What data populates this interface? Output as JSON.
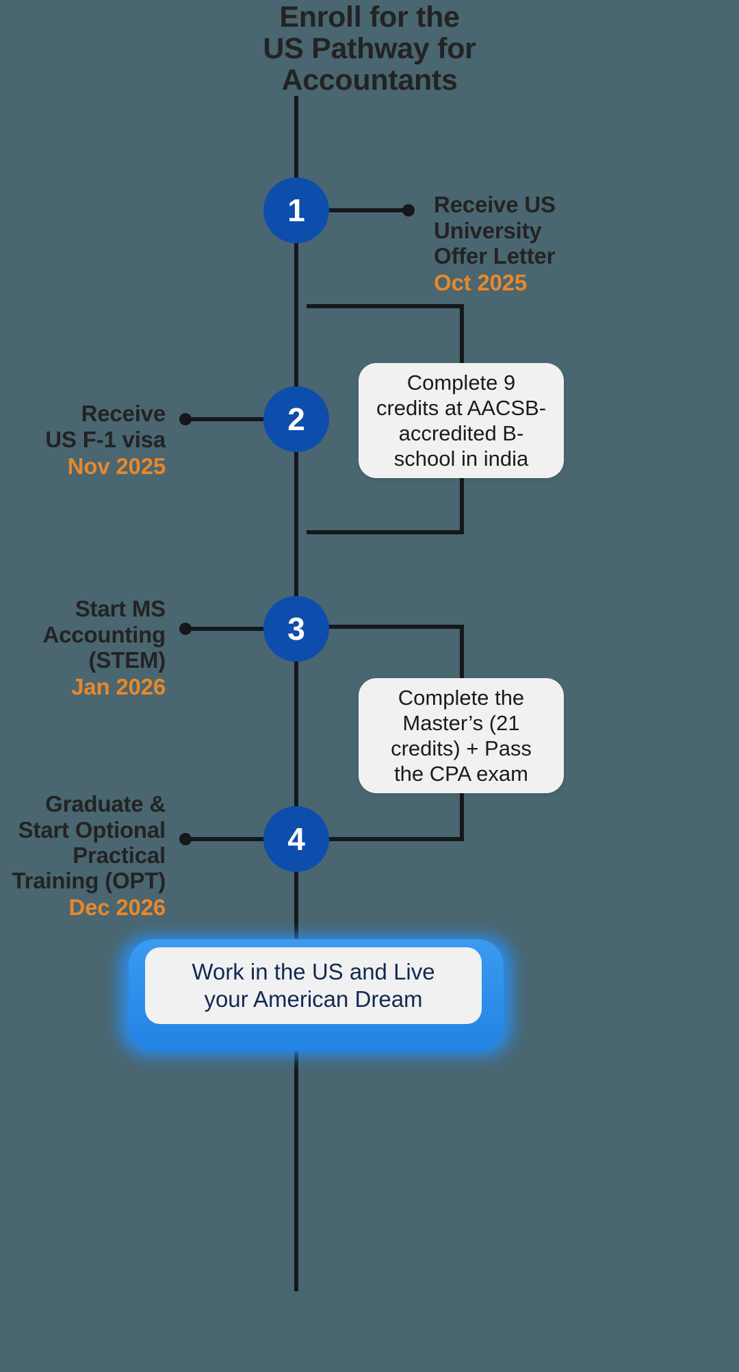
{
  "diagram": {
    "title": "Enroll for the\nUS Pathway for\nAccountants",
    "background_color": "#4a6670",
    "accent_color": "#0d4eac",
    "date_color": "#e8882a",
    "line_color": "#14181a"
  },
  "steps": [
    {
      "number": "1",
      "label": "Receive US\nUniversity\nOffer Letter",
      "date": "Oct 2025",
      "side": "right"
    },
    {
      "number": "2",
      "label": "Receive\nUS F-1 visa",
      "date": "Nov 2025",
      "side": "left"
    },
    {
      "number": "3",
      "label": "Start MS\nAccounting\n(STEM)",
      "date": "Jan 2026",
      "side": "left"
    },
    {
      "number": "4",
      "label": "Graduate &\nStart Optional\nPractical\nTraining (OPT)",
      "date": "Dec 2026",
      "side": "left"
    }
  ],
  "callouts": [
    {
      "text": "Complete 9\ncredits at AACSB-\naccredited B-\nschool in india"
    },
    {
      "text": "Complete the\nMaster’s (21\ncredits) + Pass\nthe CPA exam"
    }
  ],
  "banner": {
    "text": "Work in the US and Live\nyour American Dream"
  }
}
